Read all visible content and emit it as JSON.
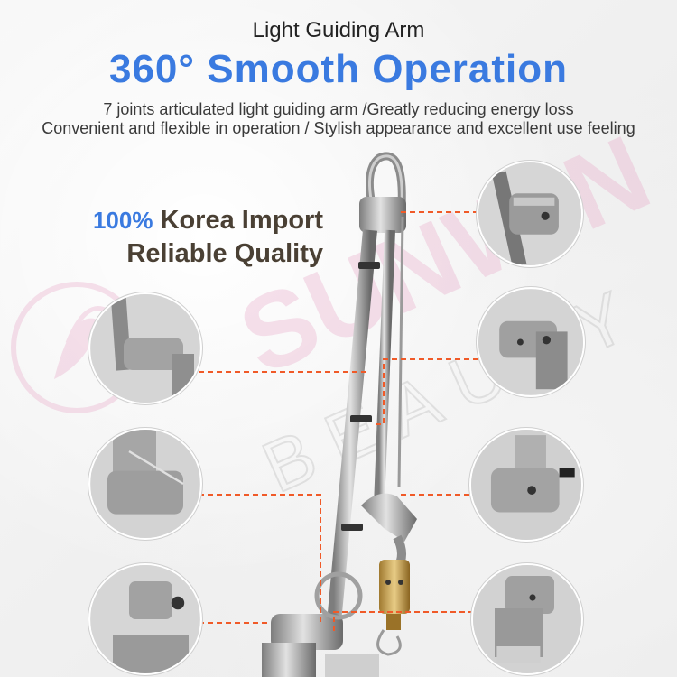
{
  "header": {
    "eyebrow": "Light Guiding Arm",
    "headline": "360° Smooth Operation",
    "description_line1": "7 joints articulated light guiding arm /Greatly reducing energy loss",
    "description_line2": "Convenient and flexible in operation / Stylish appearance and excellent use feeling"
  },
  "callout": {
    "percent": "100%",
    "line1_rest": " Korea Import",
    "line2": "Reliable Quality"
  },
  "watermark": {
    "brand": "SUNWIN",
    "sub": "BEAUTY",
    "color": "#e8a8c8"
  },
  "colors": {
    "accent_blue": "#3a7ae0",
    "leader_orange": "#f05a28",
    "callout_brown": "#4a4034"
  },
  "detail_circles": [
    {
      "name": "joint-detail-top-right"
    },
    {
      "name": "joint-detail-right-2"
    },
    {
      "name": "joint-detail-right-3"
    },
    {
      "name": "joint-detail-right-4"
    },
    {
      "name": "joint-detail-left-1"
    },
    {
      "name": "joint-detail-left-2"
    },
    {
      "name": "joint-detail-left-3"
    }
  ]
}
